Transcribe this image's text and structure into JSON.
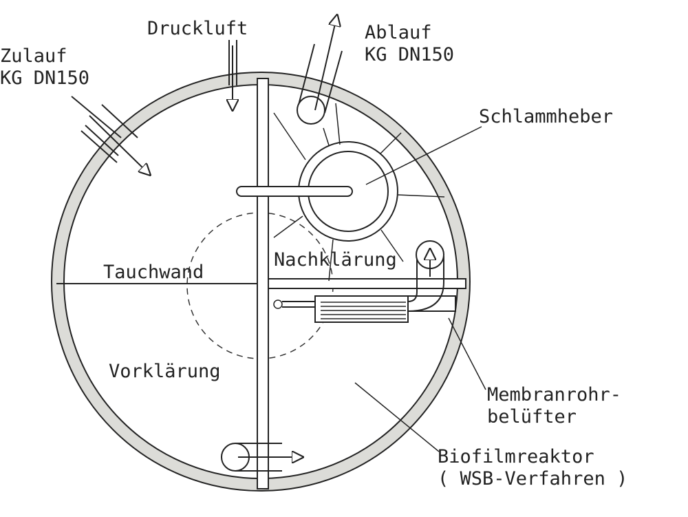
{
  "labels": {
    "druckluft": "Druckluft",
    "zulauf_1": "Zulauf",
    "zulauf_2": "KG DN150",
    "ablauf_1": "Ablauf",
    "ablauf_2": "KG DN150",
    "schlammheber": "Schlammheber",
    "nachklaerung": "Nachklärung",
    "tauchwand": "Tauchwand",
    "vorklaerung": "Vorklärung",
    "membran_1": "Membranrohr-",
    "membran_2": "belüfter",
    "biofilm_1": "Biofilmreaktor",
    "biofilm_2": "( WSB-Verfahren )"
  },
  "colors": {
    "wall_fill": "#dcdcd8",
    "line": "#222222"
  }
}
